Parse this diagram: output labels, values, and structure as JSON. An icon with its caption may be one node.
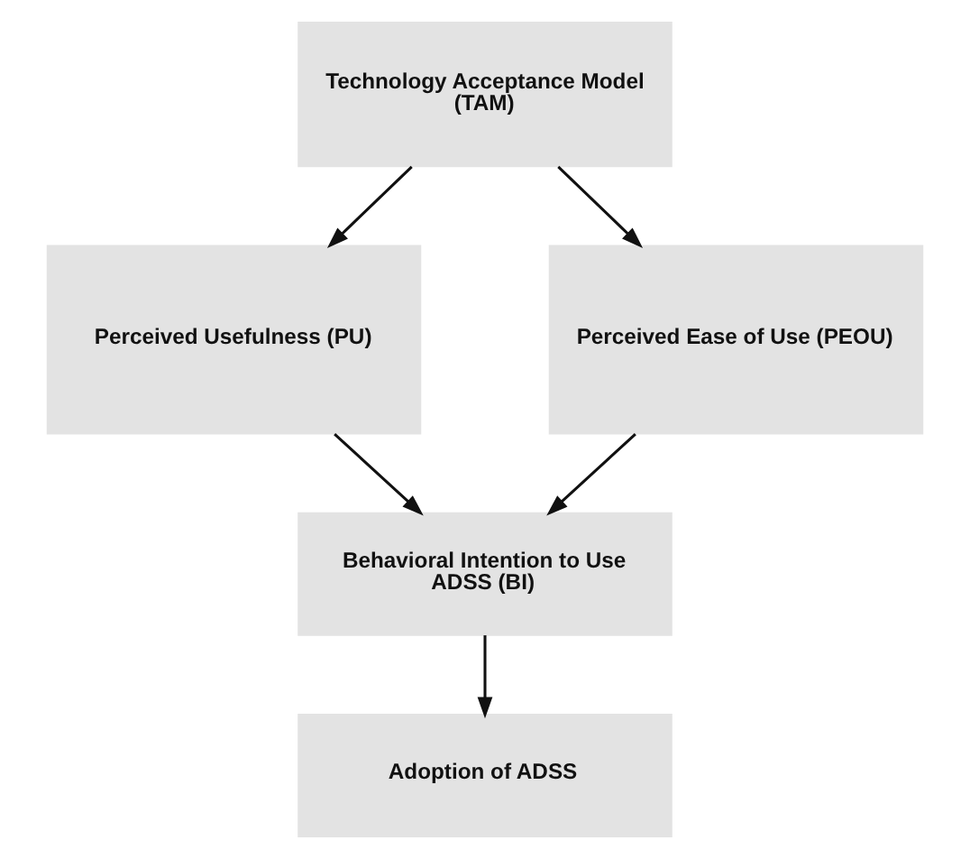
{
  "diagram": {
    "nodes": [
      {
        "text": [
          "Technology Acceptance Model (TAM)"
        ]
      },
      {
        "text": [
          "Perceived Usefulness (PU)"
        ]
      },
      {
        "text": [
          "Perceived Ease of Use (PEOU)"
        ]
      },
      {
        "text": [
          "Behavioral Intention to Use ADSS (BI)"
        ]
      },
      {
        "text": [
          "Adoption of ADSS"
        ]
      }
    ],
    "edges": [
      {
        "from": 0,
        "to": 1,
        "arrow": "to"
      },
      {
        "from": 0,
        "to": 2,
        "arrow": "to"
      },
      {
        "from": 1,
        "to": 3,
        "arrow": "to"
      },
      {
        "from": 2,
        "to": 3,
        "arrow": "to"
      },
      {
        "from": 3,
        "to": 4,
        "arrow": "to"
      }
    ]
  }
}
